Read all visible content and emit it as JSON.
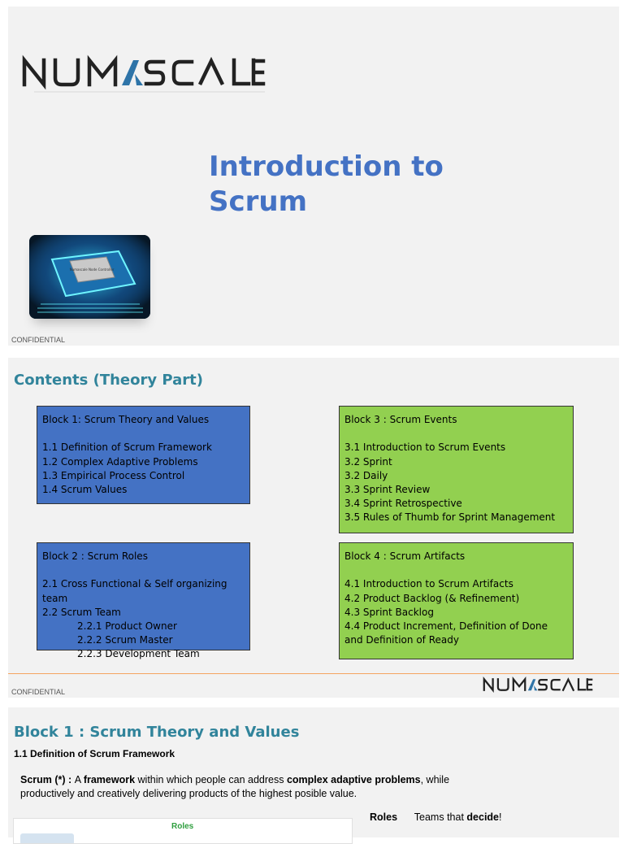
{
  "slide1": {
    "logo_text": "NUMASCALE",
    "title_line1": "Introduction to",
    "title_line2": "Scrum",
    "chip_label": "Numascale Node Controller",
    "confidential": "CONFIDENTIAL"
  },
  "slide2": {
    "title": "Contents (Theory Part)",
    "block1": {
      "title": "Block 1: Scrum Theory and Values",
      "items": [
        "1.1 Definition of Scrum Framework",
        "1.2 Complex Adaptive Problems",
        "1.3 Empirical Process Control",
        "1.4 Scrum Values"
      ]
    },
    "block2": {
      "title": "Block 2 : Scrum Roles",
      "items": [
        "2.1 Cross Functional & Self organizing team",
        "2.2 Scrum Team"
      ],
      "subitems": [
        "2.2.1 Product Owner",
        "2.2.2 Scrum Master",
        "2.2.3 Development Team"
      ]
    },
    "block3": {
      "title": "Block 3 : Scrum Events",
      "items": [
        "3.1 Introduction to Scrum Events",
        "3.2 Sprint",
        "3.2 Daily",
        "3.3 Sprint Review",
        "3.4 Sprint Retrospective",
        "3.5 Rules of Thumb for Sprint Management"
      ]
    },
    "block4": {
      "title": "Block 4 : Scrum Artifacts",
      "items": [
        "4.1 Introduction to Scrum Artifacts",
        "4.2 Product Backlog (& Refinement)",
        "4.3 Sprint Backlog",
        "4.4 Product Increment, Definition of Done and Definition of Ready"
      ]
    },
    "confidential": "CONFIDENTIAL",
    "logo_text": "NUMASCALE"
  },
  "slide3": {
    "title": "Block 1 : Scrum Theory and Values",
    "subtitle": "1.1 Definition of Scrum Framework",
    "para": {
      "t1": "Scrum (*) : ",
      "t2": "A ",
      "t3": "framework",
      "t4": " within which people can address ",
      "t5": "complex adaptive problems",
      "t6": ", while productively and creatively delivering products of the highest posible value."
    },
    "image_label": "Roles",
    "roles": {
      "label": "Roles",
      "arrow": "",
      "t1": "Teams that ",
      "t2": "decide",
      "t3": "!"
    }
  },
  "colors": {
    "title_blue": "#4472c4",
    "heading_teal": "#31849b",
    "block_blue": "#4472c4",
    "block_green": "#92d050",
    "divider_orange": "#f4a460"
  }
}
